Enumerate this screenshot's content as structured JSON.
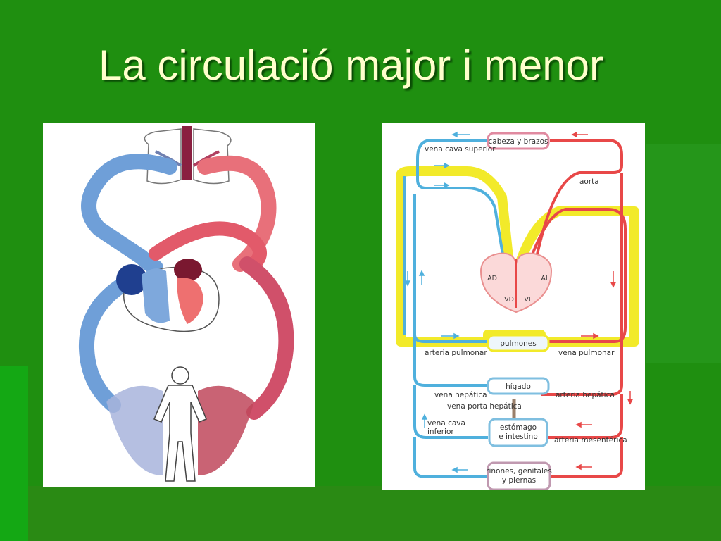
{
  "slide": {
    "title": "La circulació major i menor"
  },
  "colors": {
    "background": "#1f8f10",
    "title": "#ffffcc",
    "venous": "#4fb0dd",
    "arterial": "#e84848",
    "pulmonary_highlight": "#f2ea2a"
  },
  "right_diagram": {
    "organs": {
      "head_arms": "cabeza y brazos",
      "lungs": "pulmones",
      "liver": "hígado",
      "stomach_line1": "estómago",
      "stomach_line2": "e intestino",
      "kidneys_line1": "riñones, genitales",
      "kidneys_line2": "y piernas"
    },
    "vessels": {
      "vena_cava_superior": "vena cava superior",
      "aorta": "aorta",
      "arteria_pulmonar": "arteria pulmonar",
      "vena_pulmonar": "vena pulmonar",
      "vena_hepatica": "vena hepática",
      "arteria_hepatica": "arteria hepática",
      "vena_porta": "vena porta hepática",
      "vena_cava_inferior_line1": "vena cava",
      "vena_cava_inferior_line2": "inferior",
      "arteria_mesenterica": "arteria mesentérica"
    },
    "chambers": {
      "ad": "AD",
      "ai": "AI",
      "vd": "VD",
      "vi": "VI"
    }
  }
}
